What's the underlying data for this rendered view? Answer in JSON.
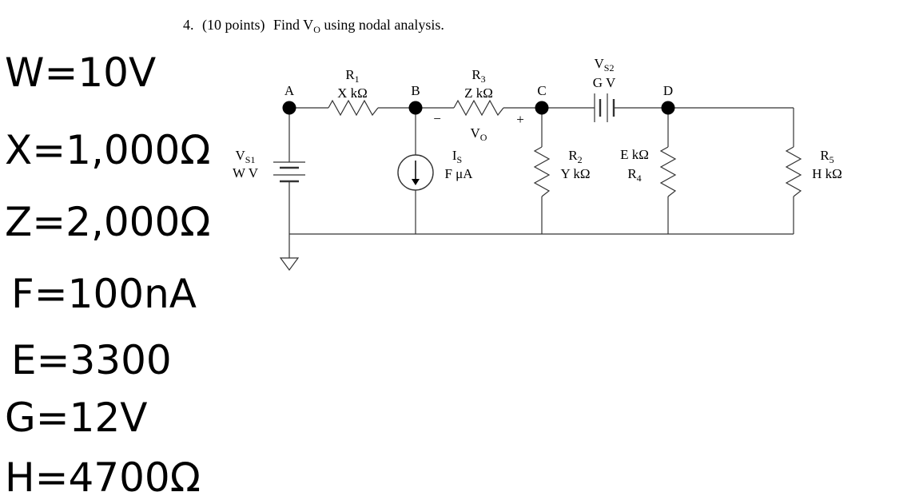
{
  "problem": {
    "number": "4.",
    "points": "(10 points)",
    "text_pre": "Find V",
    "text_sub": "O",
    "text_post": " using nodal analysis."
  },
  "nodes": {
    "a": "A",
    "b": "B",
    "c": "C",
    "d": "D"
  },
  "components": {
    "r1": {
      "name": "R",
      "sub": "1",
      "value": "X kΩ"
    },
    "r3": {
      "name": "R",
      "sub": "3",
      "value": "Z kΩ"
    },
    "r2": {
      "name": "R",
      "sub": "2",
      "value": "Y kΩ"
    },
    "r4": {
      "name": "R",
      "sub": "4",
      "value": "E kΩ"
    },
    "r5": {
      "name": "R",
      "sub": "5",
      "value": "H kΩ"
    },
    "vs1": {
      "name": "V",
      "sub": "S1",
      "value": "W V"
    },
    "vs2": {
      "name": "V",
      "sub": "S2",
      "value": "G V"
    },
    "is": {
      "name": "I",
      "sub": "S",
      "value": "F μA"
    },
    "vo": {
      "name": "V",
      "sub": "O",
      "minus": "−",
      "plus": "+"
    }
  },
  "handwritten": [
    "W=10V",
    "X=1,000Ω",
    "Z=2,000Ω",
    "F=100nA",
    "E=3300",
    "G=12V",
    "H=4700Ω"
  ],
  "colors": {
    "ink": "#000000",
    "wire": "#333333",
    "background": "#ffffff"
  }
}
